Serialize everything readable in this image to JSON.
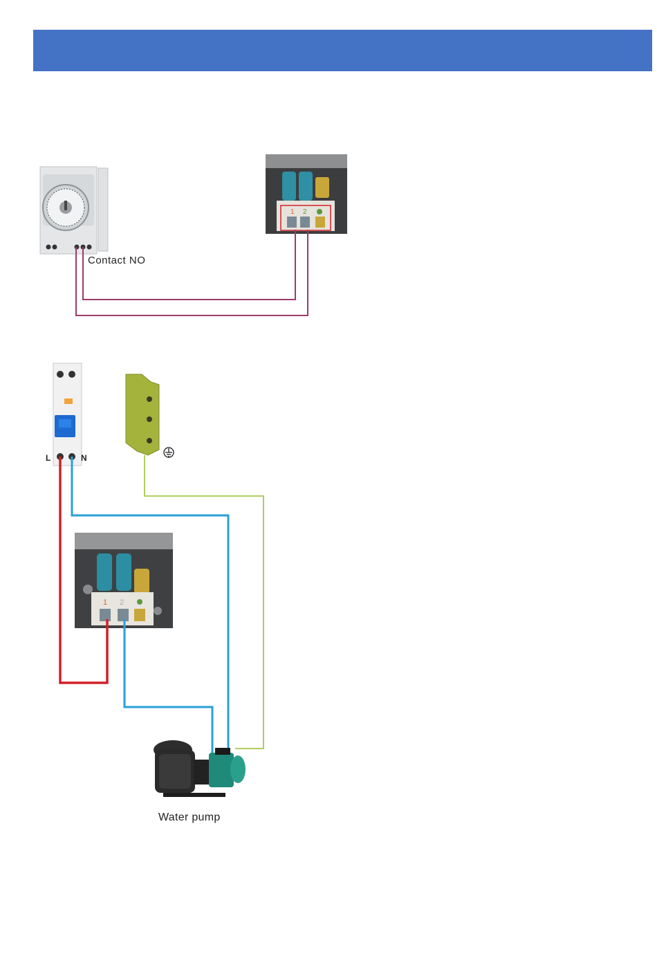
{
  "header": {
    "title": "",
    "color": "#4472C4"
  },
  "top_section": {
    "timer_contact_label": "Contact NO",
    "wire_color": "#9b3a6a"
  },
  "bottom_section": {
    "breaker_live_label": "L",
    "breaker_neutral_label": "N",
    "earth_symbol": "⏚",
    "pump_label": "Water pump",
    "colors": {
      "live": "#d2202a",
      "neutral": "#2a9fd8",
      "earth": "#a6c84a"
    }
  },
  "terminal_labels": [
    "1",
    "2",
    "⏚"
  ]
}
